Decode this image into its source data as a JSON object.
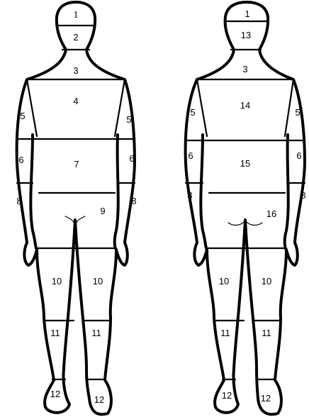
{
  "front_labels": {
    "r1": "1",
    "r2": "2",
    "r3": "3",
    "r4": "4",
    "r5_left": "5",
    "r5_right": "5",
    "r6_left": "6",
    "r6_right": "6",
    "r7": "7",
    "r8_left": "8",
    "r8_right": "8",
    "r9": "9",
    "r10_left": "10",
    "r10_right": "10",
    "r11_left": "11",
    "r11_right": "11",
    "r12_left": "12",
    "r12_right": "12"
  },
  "back_labels": {
    "r1": "1",
    "r13": "13",
    "r3": "3",
    "r14": "14",
    "r5_left": "5",
    "r5_right": "5",
    "r6_left": "6",
    "r6_right": "6",
    "r15": "15",
    "r8_left": "8",
    "r8_right": "8",
    "r16": "16",
    "r10_left": "10",
    "r10_right": "10",
    "r11_left": "11",
    "r11_right": "11",
    "r12_left": "12",
    "r12_right": "12"
  }
}
